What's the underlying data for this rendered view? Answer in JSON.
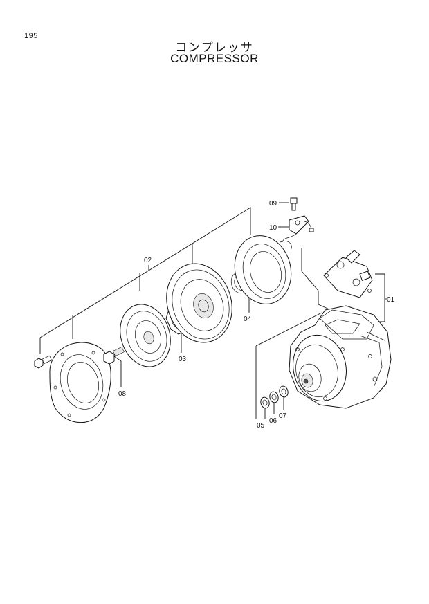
{
  "page_number": "195",
  "title_jp": "コンプレッサ",
  "title_en": "COMPRESSOR",
  "callouts": {
    "c01": "01",
    "c02": "02",
    "c03": "03",
    "c04": "04",
    "c05": "05",
    "c06": "06",
    "c07": "07",
    "c08": "08",
    "c09": "09",
    "c10": "10"
  }
}
